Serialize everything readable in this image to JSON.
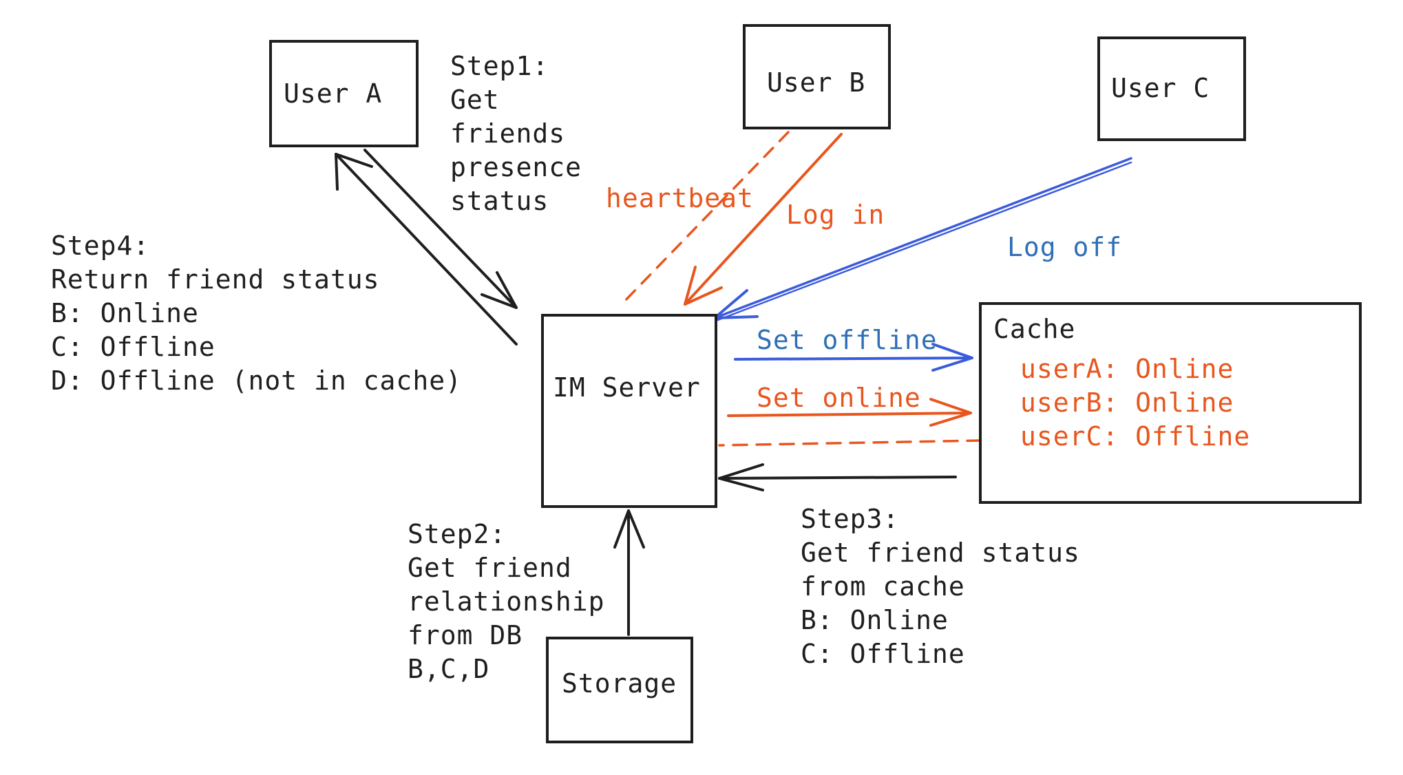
{
  "nodes": {
    "user_a": "User A",
    "user_b": "User B",
    "user_c": "User C",
    "im_server": "IM Server",
    "storage": "Storage",
    "cache": {
      "title": "Cache",
      "entries": [
        "userA: Online",
        "userB: Online",
        "userC: Offline"
      ]
    }
  },
  "steps": {
    "step1": [
      "Step1:",
      "Get",
      "friends",
      "presence",
      "status"
    ],
    "step2": [
      "Step2:",
      "Get friend",
      "relationship",
      "from DB",
      "B,C,D"
    ],
    "step3": [
      "Step3:",
      "Get friend status",
      "from cache",
      "B: Online",
      "C: Offline"
    ],
    "step4": [
      "Step4:",
      "Return friend status",
      "B: Online",
      "C: Offline",
      "D: Offline (not in cache)"
    ]
  },
  "edge_labels": {
    "heartbeat": "heartbeat",
    "log_in": "Log in",
    "log_off": "Log off",
    "set_offline": "Set offline",
    "set_online": "Set online"
  },
  "colors": {
    "ink": "#1e1e1e",
    "orange": "#e8561e",
    "blue": "#3b5bdb",
    "blue_text": "#2f6fb5"
  }
}
